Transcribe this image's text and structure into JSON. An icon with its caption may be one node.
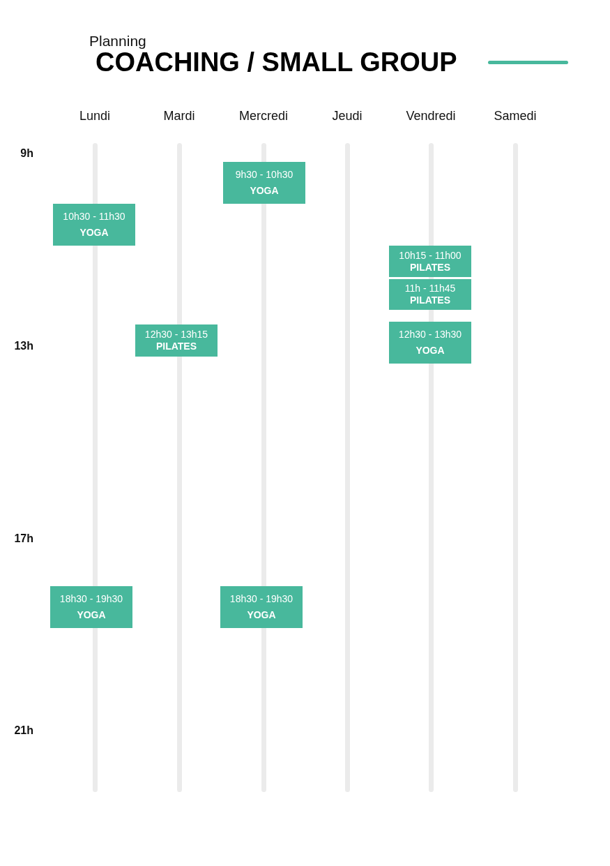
{
  "diagram": {
    "title": "COACHING / SMALL GROUP",
    "nodes": [
      {
        "text": [
          "9h30 - 10h30",
          "YOGA"
        ]
      },
      {
        "text": [
          "10h30 - 11h30",
          "YOGA"
        ]
      },
      {
        "text": [
          "10h15 - 11h00",
          "PILATES"
        ]
      },
      {
        "text": [
          "11h - 11h45",
          "PILATES"
        ]
      },
      {
        "text": [
          "12h30 - 13h15",
          "PILATES"
        ]
      },
      {
        "text": [
          "12h30 - 13h30",
          "YOGA"
        ]
      },
      {
        "text": [
          "18h30 - 19h30",
          "YOGA"
        ]
      },
      {
        "text": [
          "18h30 - 19h30",
          "YOGA"
        ]
      }
    ],
    "labels": [
      "Planning",
      "Lundi",
      "Mardi",
      "Mercredi",
      "Jeudi",
      "Vendredi",
      "Samedi",
      "9h",
      "13h",
      "17h",
      "21h"
    ]
  }
}
